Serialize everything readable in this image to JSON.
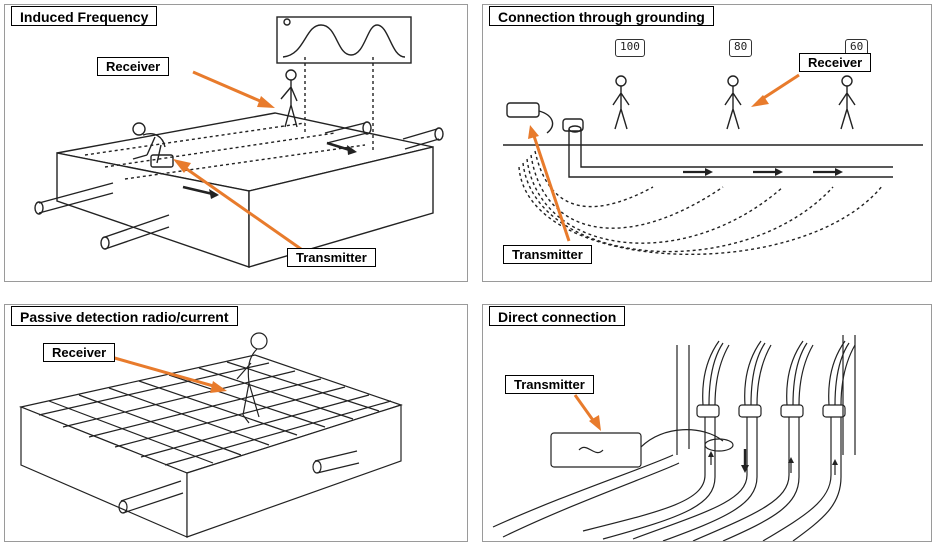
{
  "colors": {
    "arrow": "#e87b2c",
    "line": "#222222"
  },
  "panels": [
    {
      "title": "Induced Frequency",
      "labels": [
        "Receiver",
        "Transmitter"
      ]
    },
    {
      "title": "Connection through grounding",
      "labels": [
        "Receiver",
        "Transmitter"
      ],
      "readings": [
        "100",
        "80",
        "60"
      ]
    },
    {
      "title": "Passive detection radio/current",
      "labels": [
        "Receiver"
      ]
    },
    {
      "title": "Direct connection",
      "labels": [
        "Transmitter"
      ]
    }
  ]
}
